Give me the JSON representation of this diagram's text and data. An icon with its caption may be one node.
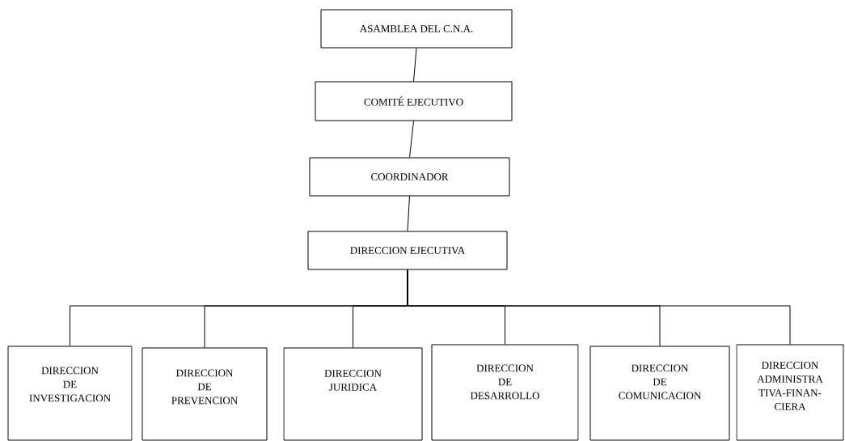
{
  "diagram": {
    "nodes": [
      {
        "text": [
          "ASAMBLEA DEL C.N.A."
        ]
      },
      {
        "text": [
          "COMITÉ EJECUTIVO"
        ]
      },
      {
        "text": [
          "COORDINADOR"
        ]
      },
      {
        "text": [
          "DIRECCION EJECUTIVA"
        ]
      },
      {
        "text": [
          "DIRECCION DE INVESTIGACION"
        ]
      },
      {
        "text": [
          "DIRECCION DE PREVENCION"
        ]
      },
      {
        "text": [
          "DIRECCION JURIDICA"
        ]
      },
      {
        "text": [
          "DIRECCION DE DESARROLLO"
        ]
      },
      {
        "text": [
          "DIRECCION DE COMUNICACION"
        ]
      },
      {
        "text": [
          "DIRECCION ADMINISTRA TIVA-FINAN- CIERA"
        ]
      }
    ],
    "edges": [
      {
        "from": 0,
        "to": 1,
        "arrow": "none"
      },
      {
        "from": 1,
        "to": 2,
        "arrow": "none"
      },
      {
        "from": 2,
        "to": 3,
        "arrow": "none"
      },
      {
        "from": 3,
        "to": 4,
        "arrow": "none"
      },
      {
        "from": 3,
        "to": 5,
        "arrow": "none"
      },
      {
        "from": 3,
        "to": 6,
        "arrow": "none"
      },
      {
        "from": 3,
        "to": 7,
        "arrow": "none"
      },
      {
        "from": 3,
        "to": 8,
        "arrow": "none"
      },
      {
        "from": 3,
        "to": 9,
        "arrow": "none"
      }
    ]
  }
}
